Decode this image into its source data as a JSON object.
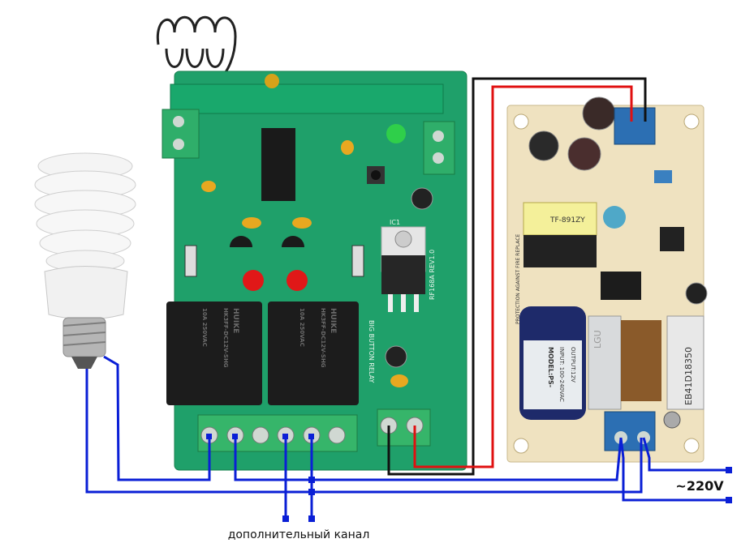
{
  "labels": {
    "mains": "~220V",
    "extra_channel": "дополнительный канал"
  },
  "relay_board": {
    "revision": "RF168A REV1.0",
    "name": "BIG BUTTON RELAY",
    "regulator": "IC1",
    "relays": [
      {
        "brand": "HUIKE",
        "model": "HK3FF-DC12V-SHG",
        "rating": "10A 250VAC"
      },
      {
        "brand": "HUIKE",
        "model": "HK3FF-DC12V-SHG",
        "rating": "10A 250VAC"
      }
    ]
  },
  "psu_board": {
    "transformer": "TF-891ZY",
    "filter": "LGU",
    "cap_code": "EB41D18350",
    "model": "MODEL:PS-",
    "output": "OUTPUT:12V",
    "input": "INPUT: 100-240VAC",
    "warning": "PROTECTION AGAINST FIRE REPLACE"
  },
  "colors": {
    "wire_ac": "#0a1fd6",
    "wire_pos": "#e01010",
    "wire_neg": "#111111",
    "relay_pcb": "#1fa06a",
    "psu_pcb": "#efe2c0"
  }
}
